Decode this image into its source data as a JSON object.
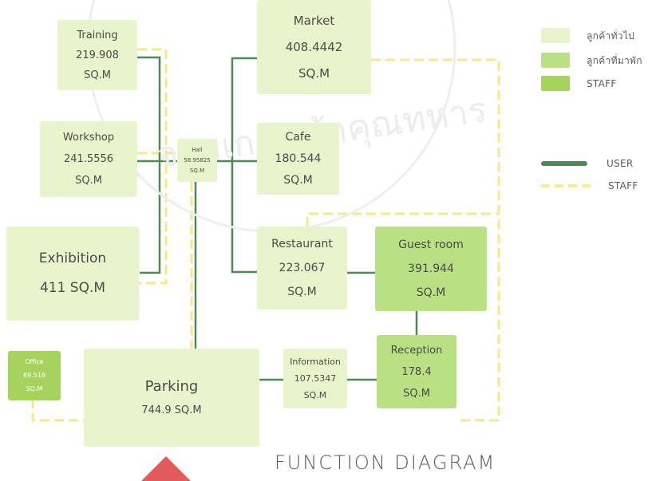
{
  "legend": {
    "general": {
      "label": "ลูกค้าทั่วไป",
      "color": "#e8f5cc"
    },
    "guest": {
      "label": "ลูกค้าที่มาพัก",
      "color": "#b9e184"
    },
    "staff": {
      "label": "STAFF",
      "color": "#a5d35e"
    },
    "user_line": {
      "label": "USER",
      "color": "#4e8a55"
    },
    "staff_line": {
      "label": "STAFF",
      "color": "#f6ec8a"
    }
  },
  "rooms": {
    "training": {
      "name": "Training",
      "area": "219.908",
      "unit": "SQ.M"
    },
    "workshop": {
      "name": "Workshop",
      "area": "241.5556",
      "unit": "SQ.M"
    },
    "exhibition": {
      "name": "Exhibition",
      "area": "411",
      "unit": "SQ.M"
    },
    "hall": {
      "name": "Hall",
      "area": "58.95825",
      "unit": "SQ.M"
    },
    "market": {
      "name": "Market",
      "area": "408.4442",
      "unit": "SQ.M"
    },
    "cafe": {
      "name": "Cafe",
      "area": "180.544",
      "unit": "SQ.M"
    },
    "restaurant": {
      "name": "Restaurant",
      "area": "223.067",
      "unit": "SQ.M"
    },
    "guest_room": {
      "name": "Guest room",
      "area": "391.944",
      "unit": "SQ.M"
    },
    "reception": {
      "name": "Reception",
      "area": "178.4",
      "unit": "SQ.M"
    },
    "information": {
      "name": "Information",
      "area": "107.5347",
      "unit": "SQ.M"
    },
    "parking": {
      "name": "Parking",
      "area": "744.9",
      "unit": "SQ.M"
    },
    "office": {
      "name": "Office",
      "area": "89.518",
      "unit": "SQ.M"
    }
  },
  "title": "FUNCTION DIAGRAM",
  "watermark": "จอมเกล้าเจ้าคุณทหาร",
  "colors": {
    "marker": "#e25a5a"
  }
}
